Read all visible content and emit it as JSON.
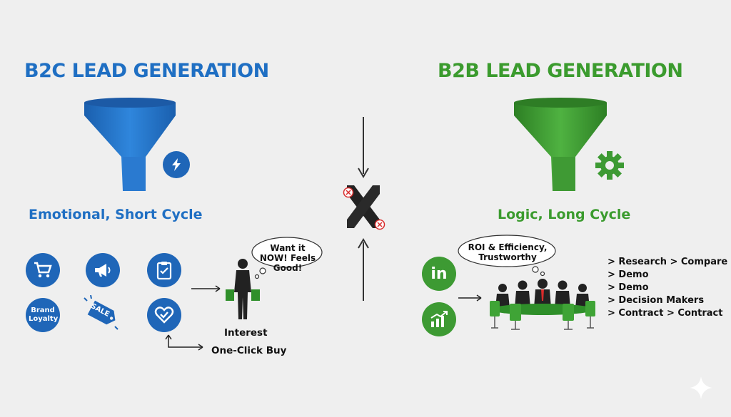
{
  "b2c": {
    "title": "B2C LEAD GENERATION",
    "subtitle": "Emotional, Short Cycle",
    "brand_loyalty": "Brand Loyalty",
    "sale_tag": "SALE",
    "bubble": "Want it NOW! Feels Good!",
    "captions": [
      "Interest",
      "One-Click Buy"
    ],
    "color": "#1f66b8",
    "icons": [
      "cart-icon",
      "megaphone-icon",
      "clipboard-icon",
      "heart-check-icon",
      "lightning-icon"
    ]
  },
  "b2b": {
    "title": "B2B LEAD GENERATION",
    "subtitle": "Logic, Long Cycle",
    "linkedin": "in",
    "bubble": "ROI & Efficiency, Trustworthy",
    "steps": [
      "> Research > Compare",
      "> Demo",
      "> Demo",
      "> Decision Makers",
      "> Contract > Contract"
    ],
    "color": "#3d9a33",
    "icons": [
      "linkedin-icon",
      "growth-chart-icon",
      "gear-icon"
    ]
  }
}
